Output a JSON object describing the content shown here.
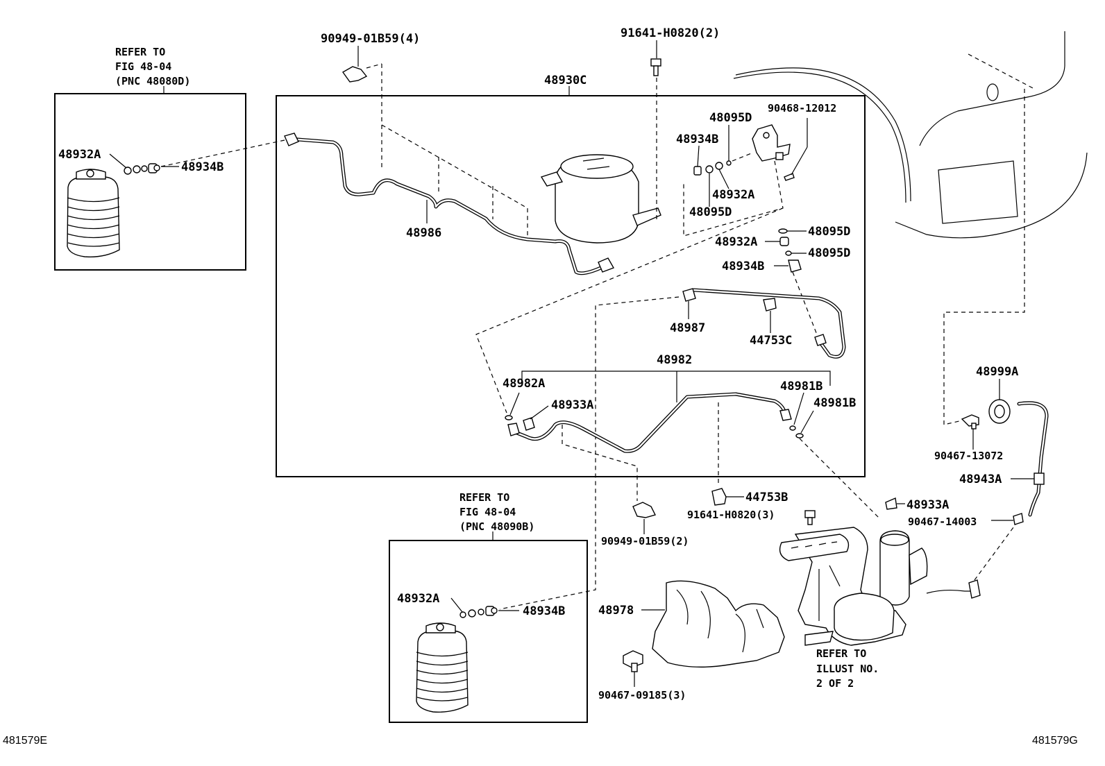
{
  "labels": {
    "l_90949_top": "90949-01B59(4)",
    "l_91641_top": "91641-H0820(2)",
    "l_48930c": "48930C",
    "l_48932a_left": "48932A",
    "l_48934b_left": "48934B",
    "l_48986": "48986",
    "l_48095d_top": "48095D",
    "l_90468": "90468-12012",
    "l_48934b_mid": "48934B",
    "l_48932a_mid": "48932A",
    "l_48095d_mid": "48095D",
    "l_48095d_r1": "48095D",
    "l_48932a_r": "48932A",
    "l_48095d_r2": "48095D",
    "l_48934b_r": "48934B",
    "l_48987": "48987",
    "l_44753c": "44753C",
    "l_48982": "48982",
    "l_48982a": "48982A",
    "l_48933a_in": "48933A",
    "l_48981b_1": "48981B",
    "l_48981b_2": "48981B",
    "l_48999a": "48999A",
    "l_90467_13072": "90467-13072",
    "l_48943a": "48943A",
    "l_44753b": "44753B",
    "l_91641_bot": "91641-H0820(3)",
    "l_48933a_out": "48933A",
    "l_90467_14003": "90467-14003",
    "l_90949_bot": "90949-01B59(2)",
    "l_48932a_bot": "48932A",
    "l_48934b_bot": "48934B",
    "l_48978": "48978",
    "l_90467_09185": "90467-09185(3)"
  },
  "notes": {
    "refer_top": [
      "REFER TO",
      "FIG 48-04",
      "(PNC 48080D)"
    ],
    "refer_bottom": [
      "REFER TO",
      "FIG 48-04",
      "(PNC 48090B)"
    ],
    "refer_illust": [
      "REFER TO",
      "ILLUST NO.",
      "2 OF 2"
    ]
  },
  "figure_ids": {
    "left": "481579E",
    "right": "481579G"
  }
}
